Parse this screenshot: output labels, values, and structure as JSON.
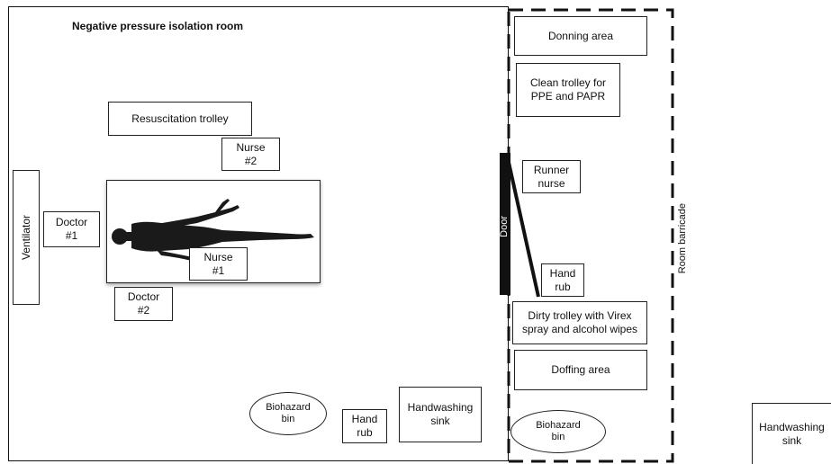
{
  "room": {
    "title": "Negative pressure isolation room"
  },
  "labels": {
    "ventilator": "Ventilator",
    "doctor1": "Doctor\n#1",
    "doctor2": "Doctor\n#2",
    "nurse1": "Nurse\n#1",
    "nurse2": "Nurse\n#2",
    "resus_trolley": "Resuscitation trolley",
    "biohazard_bin": "Biohazard\nbin",
    "hand_rub": "Hand\nrub",
    "handwashing_sink": "Handwashing\nsink",
    "door": "Door",
    "donning_area": "Donning area",
    "clean_trolley": "Clean trolley for\nPPE and PAPR",
    "runner_nurse": "Runner\nnurse",
    "hand_rub_anteroom": "Hand\nrub",
    "dirty_trolley": "Dirty trolley with Virex\nspray and alcohol wipes",
    "doffing_area": "Doffing area",
    "biohazard_bin_anteroom": "Biohazard\nbin",
    "room_barricade": "Room barricade",
    "handwashing_sink_outside": "Handwashing\nsink"
  },
  "icons": {
    "patient": "patient-silhouette-icon"
  }
}
